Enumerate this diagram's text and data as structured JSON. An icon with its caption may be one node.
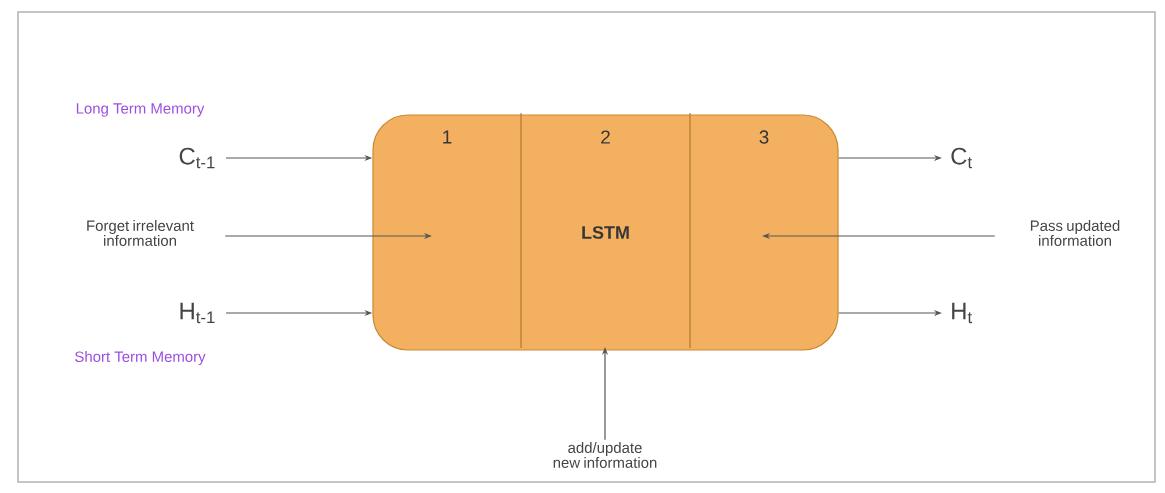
{
  "diagram": {
    "nodes": [
      {
        "text": [
          "LSTM"
        ]
      },
      {
        "text": [
          "C$_{t-1}$"
        ]
      },
      {
        "text": [
          "Forget irrelevant information"
        ]
      },
      {
        "text": [
          "H$_{t-1}$"
        ]
      },
      {
        "text": [
          "C$_{t}$"
        ]
      },
      {
        "text": [
          "Pass updated information"
        ]
      },
      {
        "text": [
          "H$_{t}$"
        ]
      },
      {
        "text": [
          "add/update new information"
        ]
      }
    ],
    "edges": [
      {
        "from": 1,
        "to": 0,
        "arrow": "to"
      },
      {
        "from": 2,
        "to": 0,
        "arrow": "to"
      },
      {
        "from": 3,
        "to": 0,
        "arrow": "to"
      },
      {
        "from": 0,
        "to": 4,
        "arrow": "to"
      },
      {
        "from": 5,
        "to": 0,
        "arrow": "to"
      },
      {
        "from": 0,
        "to": 6,
        "arrow": "to"
      },
      {
        "from": 7,
        "to": 0,
        "arrow": "to"
      }
    ],
    "labels": [
      "Long Term Memory",
      "1",
      "2",
      "3",
      "Short Term Memory"
    ]
  }
}
